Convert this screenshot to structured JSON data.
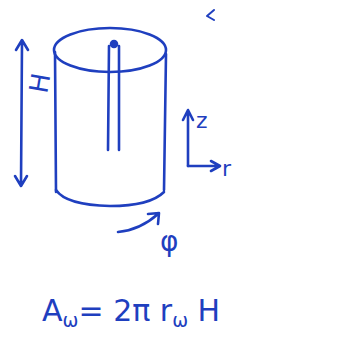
{
  "diagram": {
    "labels": [
      "H",
      "z",
      "r",
      "φ",
      "A",
      "ω",
      "= 2π r",
      "ω",
      " H"
    ]
  }
}
